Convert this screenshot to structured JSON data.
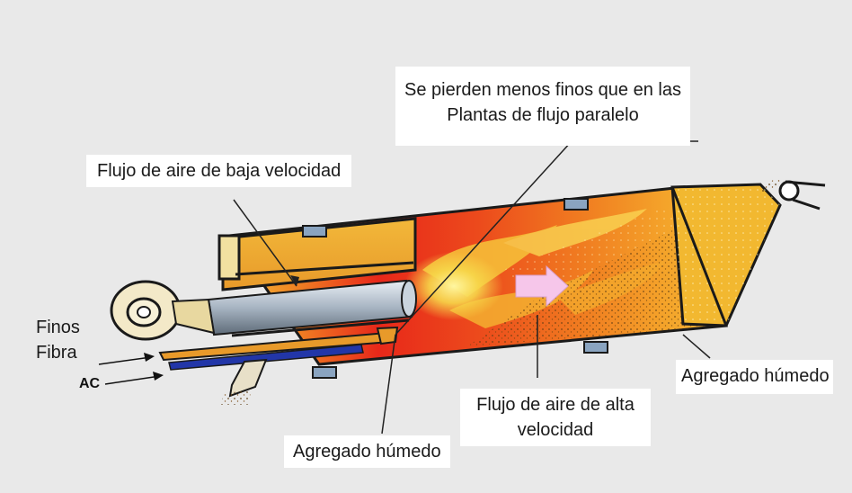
{
  "labels": {
    "top_note_line1": "Se pierden menos finos que en las",
    "top_note_line2": "Plantas de flujo paralelo",
    "low_speed_air": "Flujo de aire de baja velocidad",
    "finos": "Finos",
    "fibra": "Fibra",
    "ac": "AC",
    "high_speed_air_line1": "Flujo de aire de alta",
    "high_speed_air_line2": "velocidad",
    "wet_aggregate_bottom": "Agregado húmedo",
    "wet_aggregate_right": "Agregado húmedo"
  },
  "colors": {
    "background": "#e9e9e9",
    "drum_hot": "#e8281a",
    "drum_warm": "#f5a623",
    "drum_yellow": "#f7d84a",
    "shell_outline": "#1a1a1a",
    "burner_tube": "#b8c4d0",
    "fines_pipe_orange": "#e89a2a",
    "ac_pipe_blue": "#2236a8",
    "arrow_pink": "#f6c6ea"
  },
  "icons": [
    "blower-fan-icon",
    "discharge-chute-icon",
    "feed-roller-icon",
    "flow-arrow-icon"
  ]
}
